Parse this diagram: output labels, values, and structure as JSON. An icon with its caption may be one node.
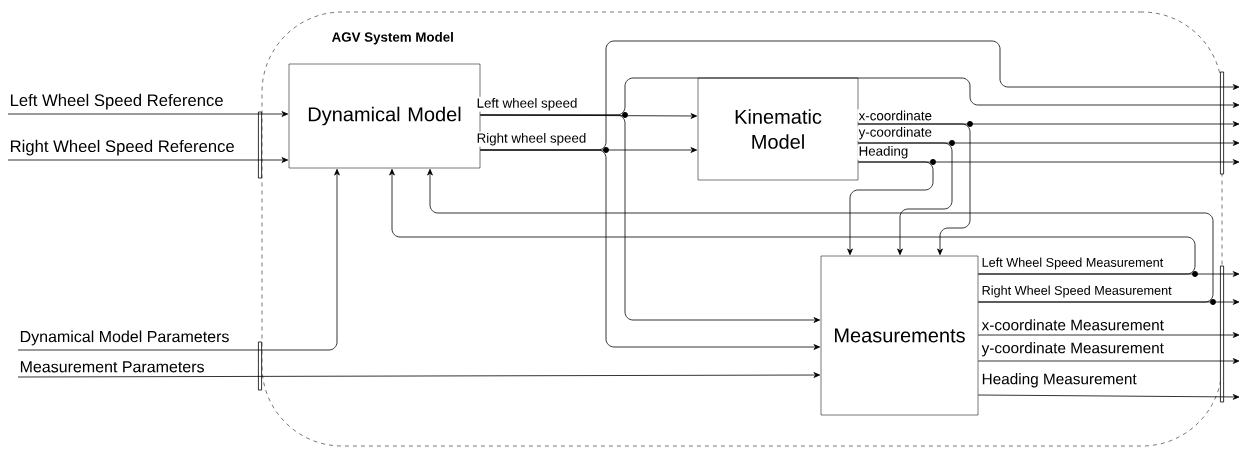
{
  "diagram": {
    "nodes": [
      {
        "text": [
          "AGV System Model"
        ]
      },
      {
        "text": [
          "Dynamical Model"
        ],
        "in": 0
      },
      {
        "text": [
          "Kinematic Model"
        ],
        "in": 0
      },
      {
        "text": [
          "Measurements"
        ],
        "in": 0
      }
    ],
    "edges": [
      {
        "from": null,
        "to": 1,
        "arrow": "to",
        "label": "Left Wheel Speed Reference"
      },
      {
        "from": null,
        "to": 1,
        "arrow": "to",
        "label": "Right Wheel Speed Reference"
      },
      {
        "from": 1,
        "to": 2,
        "arrow": "to",
        "label": "Left wheel speed"
      },
      {
        "from": 1,
        "to": 2,
        "arrow": "to",
        "label": "Right wheel speed"
      },
      {
        "from": 1,
        "to": 3,
        "arrow": "to"
      },
      {
        "from": 1,
        "to": 3,
        "arrow": "to"
      },
      {
        "from": 1,
        "to": null,
        "arrow": "to"
      },
      {
        "from": 1,
        "to": null,
        "arrow": "to"
      },
      {
        "from": 2,
        "to": null,
        "arrow": "to",
        "label": "x-coordinate"
      },
      {
        "from": 2,
        "to": null,
        "arrow": "to",
        "label": "y-coordinate"
      },
      {
        "from": 2,
        "to": null,
        "arrow": "to",
        "label": "Heading"
      },
      {
        "from": 2,
        "to": 3,
        "arrow": "to"
      },
      {
        "from": 2,
        "to": 3,
        "arrow": "to"
      },
      {
        "from": 2,
        "to": 3,
        "arrow": "to"
      },
      {
        "from": null,
        "to": 1,
        "arrow": "to",
        "label": "Dynamical Model Parameters"
      },
      {
        "from": null,
        "to": 3,
        "arrow": "to",
        "label": "Measurement Parameters"
      },
      {
        "from": 3,
        "to": null,
        "arrow": "to",
        "label": "Left Wheel Speed Measurement"
      },
      {
        "from": 3,
        "to": null,
        "arrow": "to",
        "label": "Right Wheel Speed Measurement"
      },
      {
        "from": 3,
        "to": null,
        "arrow": "to",
        "label": "x-coordinate Measurement"
      },
      {
        "from": 3,
        "to": null,
        "arrow": "to",
        "label": "y-coordinate Measurement"
      },
      {
        "from": 3,
        "to": null,
        "arrow": "to",
        "label": "Heading Measurement"
      },
      {
        "from": 3,
        "to": 1,
        "arrow": "to"
      },
      {
        "from": 3,
        "to": 1,
        "arrow": "to"
      }
    ]
  }
}
